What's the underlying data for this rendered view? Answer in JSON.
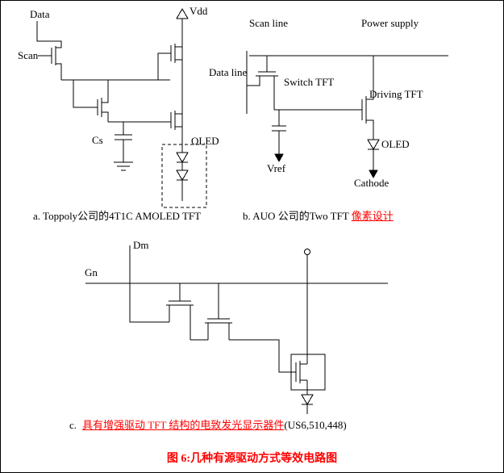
{
  "colors": {
    "accent_red": "#ff0000",
    "line_black": "#000000",
    "background": "#ffffff"
  },
  "circuit_a": {
    "labels": {
      "data": "Data",
      "vdd": "Vdd",
      "scan": "Scan",
      "cs": "Cs",
      "oled": "OLED"
    },
    "caption": "a. Toppoly公司的4T1C AMOLED TFT"
  },
  "circuit_b": {
    "labels": {
      "scan_line": "Scan line",
      "power_supply": "Power supply",
      "data_line": "Data line",
      "switch_tft": "Switch TFT",
      "driving_tft": "Driving TFT",
      "vref": "Vref",
      "oled": "OLED",
      "cathode": "Cathode"
    },
    "caption_prefix": "b. AUO 公司的Two TFT ",
    "caption_highlight": "像素设计"
  },
  "circuit_c": {
    "labels": {
      "dm": "Dm",
      "gn": "Gn"
    },
    "caption_prefix": "c.",
    "caption_highlight": "具有增强驱动 TFT 结构的电致发光显示器件",
    "caption_suffix": "(US6,510,448)"
  },
  "figure_caption": "图 6:几种有源驱动方式等效电路图"
}
